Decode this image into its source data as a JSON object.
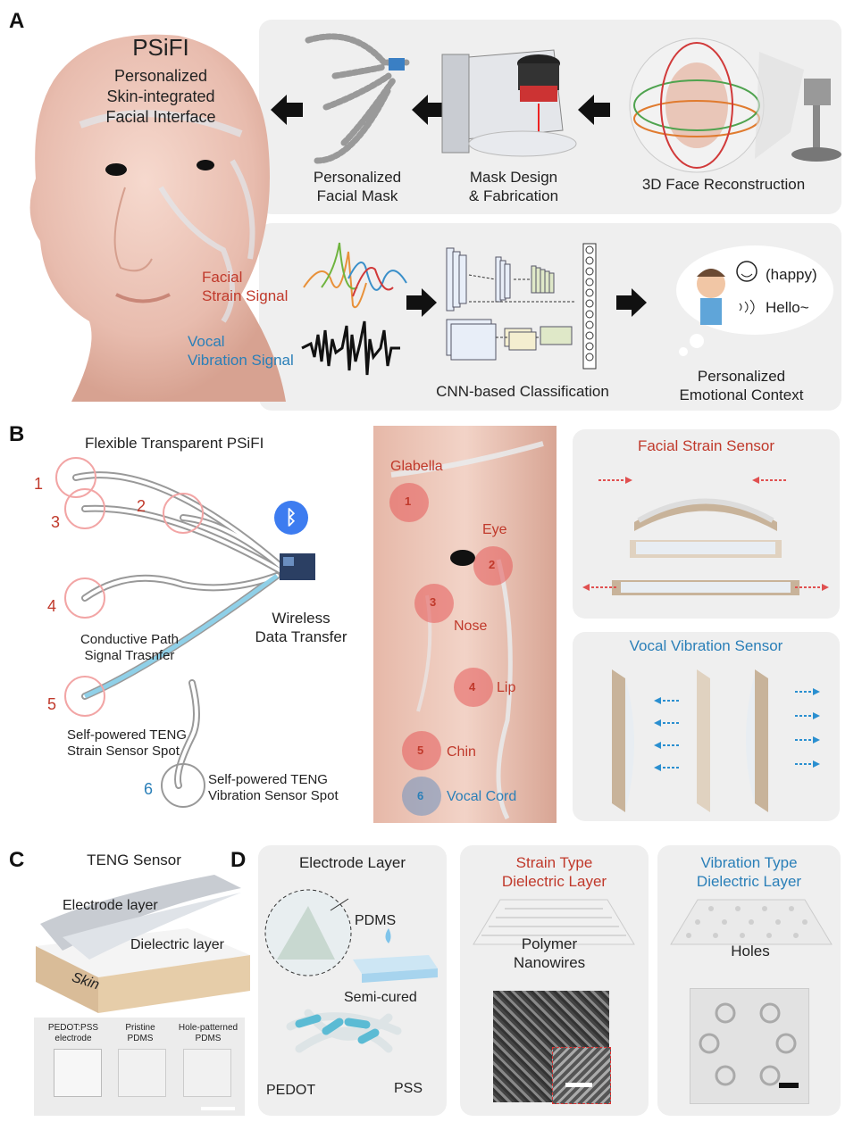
{
  "panel_letters": {
    "a": "A",
    "b": "B",
    "c": "C",
    "d": "D"
  },
  "panelA": {
    "title": "PSiFI",
    "subtitle": [
      "Personalized",
      "Skin-integrated",
      "Facial Interface"
    ],
    "steps": {
      "mask": [
        "Personalized",
        "Facial Mask"
      ],
      "design": [
        "Mask Design",
        "& Fabrication"
      ],
      "recon": "3D Face Reconstruction"
    },
    "signals": {
      "facial": [
        "Facial",
        "Strain Signal"
      ],
      "vocal": [
        "Vocal",
        "Vibration Signal"
      ]
    },
    "cnn": "CNN-based Classification",
    "output": {
      "emotion": "(happy)",
      "speech": "Hello~",
      "label": [
        "Personalized",
        "Emotional Context"
      ]
    }
  },
  "panelB": {
    "title": "Flexible Transparent PSiFI",
    "spots": [
      "1",
      "2",
      "3",
      "4",
      "5",
      "6"
    ],
    "wireless": [
      "Wireless",
      "Data Transfer"
    ],
    "path": [
      "Conductive Path",
      "Signal Trasnfer"
    ],
    "teng_strain": [
      "Self-powered TENG",
      "Strain Sensor Spot"
    ],
    "teng_vib": [
      "Self-powered TENG",
      "Vibration Sensor Spot"
    ],
    "face_points": [
      {
        "n": "1",
        "label": "Glabella"
      },
      {
        "n": "2",
        "label": "Eye"
      },
      {
        "n": "3",
        "label": "Nose"
      },
      {
        "n": "4",
        "label": "Lip"
      },
      {
        "n": "5",
        "label": "Chin"
      },
      {
        "n": "6",
        "label": "Vocal Cord"
      }
    ],
    "strain_sensor": "Facial Strain Sensor",
    "vib_sensor": "Vocal Vibration Sensor"
  },
  "panelC": {
    "title": "TENG Sensor",
    "electrode": "Electrode layer",
    "dielectric": "Dielectric layer",
    "skin": "Skin",
    "samples": [
      [
        "PEDOT:PSS",
        "electrode"
      ],
      [
        "Pristine",
        "PDMS"
      ],
      [
        "Hole-patterned",
        "PDMS"
      ]
    ]
  },
  "panelD": {
    "electrode_title": "Electrode Layer",
    "pdms": "PDMS",
    "semicured": "Semi-cured",
    "pedot": "PEDOT",
    "pss": "PSS",
    "strain_title": [
      "Strain Type",
      "Dielectric Layer"
    ],
    "nanowires": [
      "Polymer",
      "Nanowires"
    ],
    "vib_title": [
      "Vibration Type",
      "Dielectric Layer"
    ],
    "holes": "Holes"
  }
}
